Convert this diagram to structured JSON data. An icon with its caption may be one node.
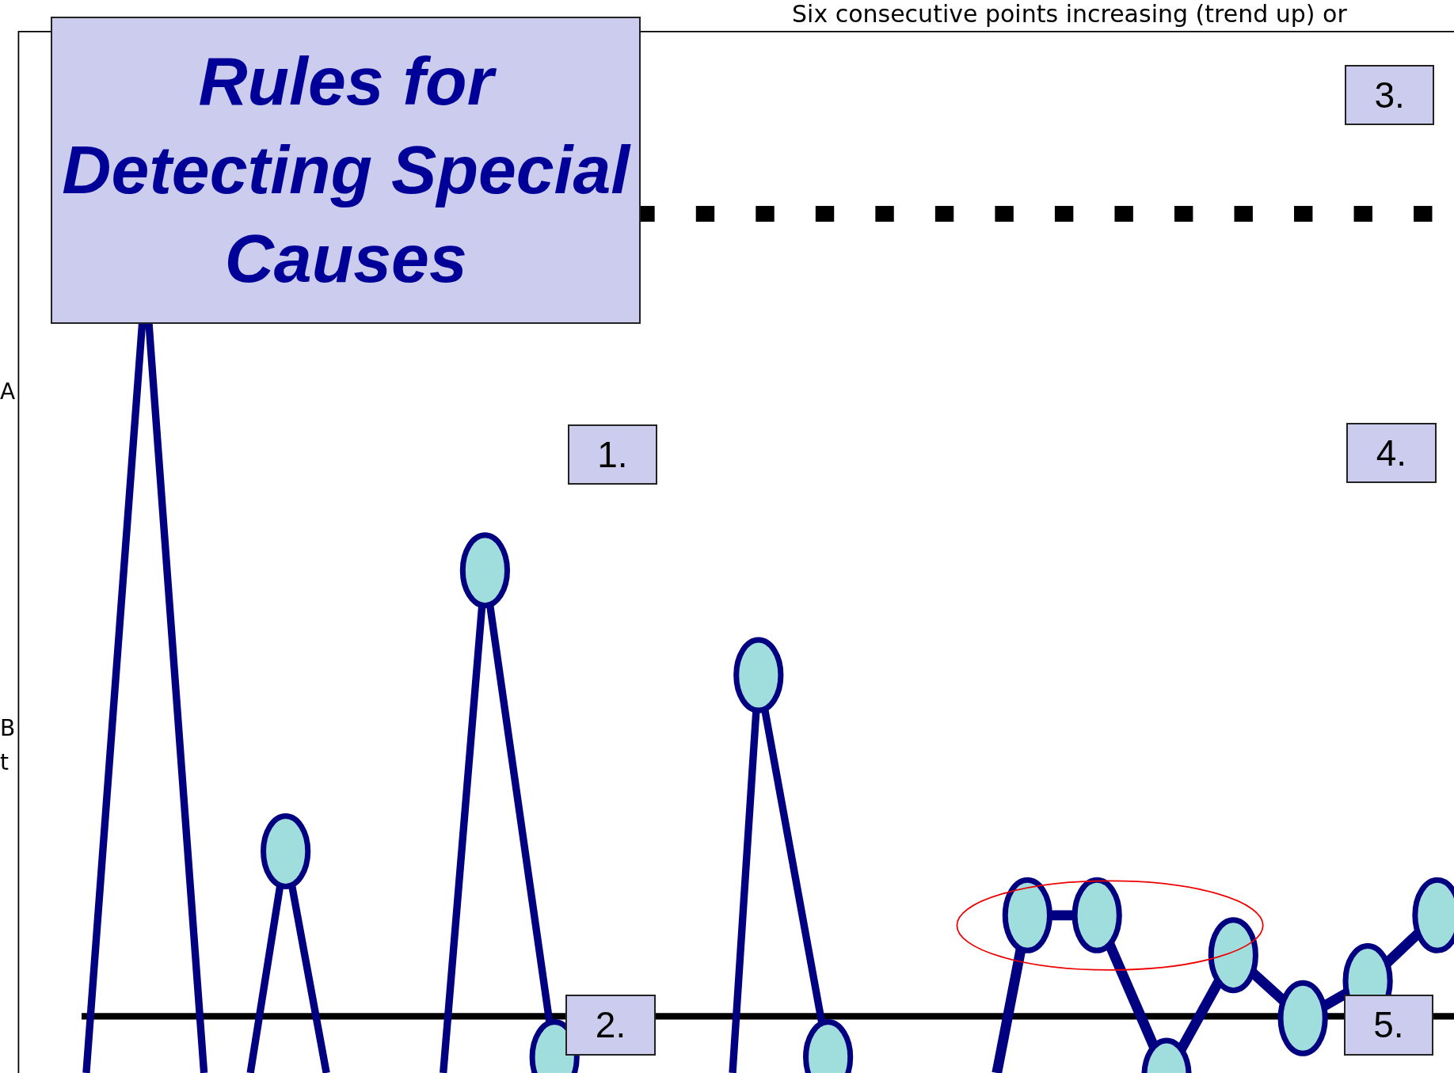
{
  "diagram": {
    "title": "Rules for Detecting Special Causes",
    "nodes": [
      {
        "text": [
          "1."
        ]
      },
      {
        "text": [
          "2."
        ]
      },
      {
        "text": [
          "3."
        ]
      },
      {
        "text": [
          "4."
        ]
      },
      {
        "text": [
          "5."
        ]
      }
    ],
    "labels": [
      "Six consecutive points increasing (trend up) or",
      "A",
      "B",
      "t"
    ]
  }
}
